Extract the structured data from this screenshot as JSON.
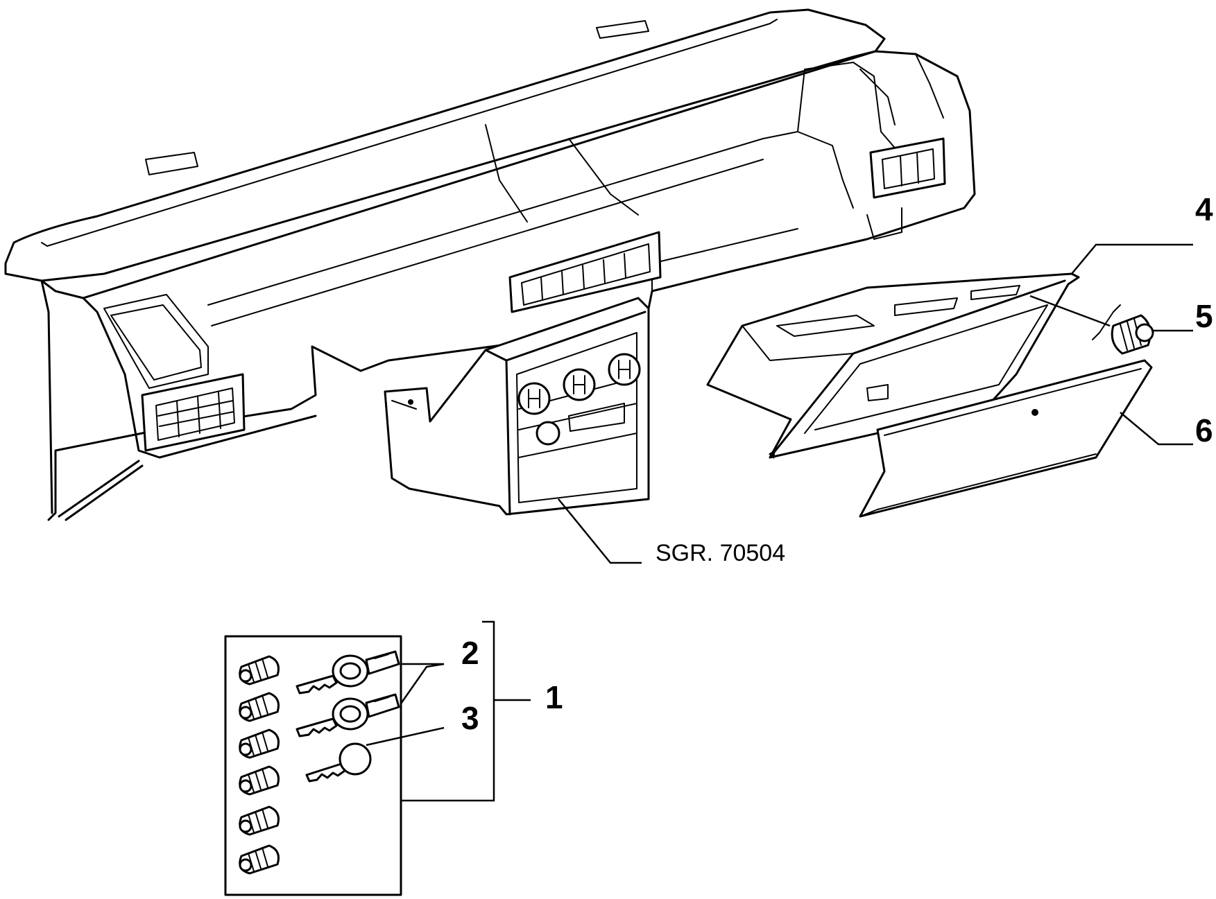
{
  "callouts": {
    "c1": "1",
    "c2": "2",
    "c3": "3",
    "c4": "4",
    "c5": "5",
    "c6": "6"
  },
  "reference": "SGR. 70504"
}
